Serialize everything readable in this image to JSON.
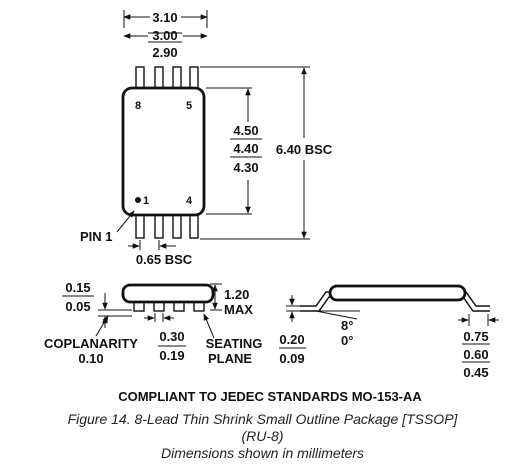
{
  "top_view": {
    "width_max": "3.10",
    "width_nom": "3.00",
    "width_min": "2.90",
    "pin_label_8": "8",
    "pin_label_5": "5",
    "pin_label_1": "1",
    "pin_label_4": "4",
    "body_length_max": "4.50",
    "body_length_nom": "4.40",
    "body_length_min": "4.30",
    "overall_width": "6.40 BSC",
    "pin1_label": "PIN 1",
    "pitch": "0.65 BSC"
  },
  "side_view": {
    "standoff_max": "0.15",
    "standoff_min": "0.05",
    "height_value": "1.20",
    "height_suffix": "MAX",
    "lead_width_max": "0.30",
    "lead_width_min": "0.19",
    "coplanarity_label": "COPLANARITY",
    "coplanarity_value": "0.10",
    "seating_plane_line1": "SEATING",
    "seating_plane_line2": "PLANE"
  },
  "end_view": {
    "lead_thickness_max": "0.20",
    "lead_thickness_min": "0.09",
    "angle_max": "8°",
    "angle_min": "0°",
    "foot_length_max": "0.75",
    "foot_length_nom": "0.60",
    "foot_length_min": "0.45"
  },
  "compliance_note": "COMPLIANT TO JEDEC STANDARDS MO-153-AA",
  "caption": {
    "line1": "Figure 14. 8-Lead Thin Shrink Small Outline Package [TSSOP]",
    "line2": "(RU-8)",
    "line3": "Dimensions shown in millimeters"
  }
}
